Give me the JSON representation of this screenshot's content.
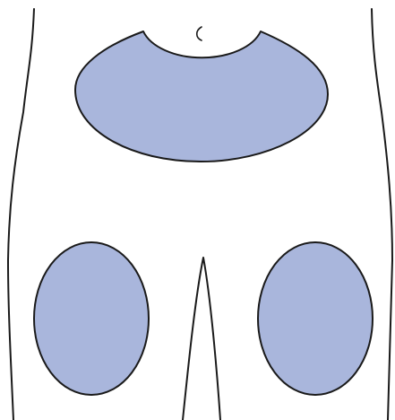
{
  "diagram": {
    "background_color": "#ffffff",
    "outline_color": "#1a1a1a",
    "region_fill_color": "#a9b6dc",
    "regions": [
      {
        "name": "upper-abdomen-region",
        "shape": "crescent-ellipse"
      },
      {
        "name": "left-thigh-region",
        "shape": "ellipse"
      },
      {
        "name": "right-thigh-region",
        "shape": "ellipse"
      }
    ],
    "outlines": [
      "body-left-outline",
      "body-right-outline",
      "crotch-outline",
      "navel-mark"
    ]
  }
}
